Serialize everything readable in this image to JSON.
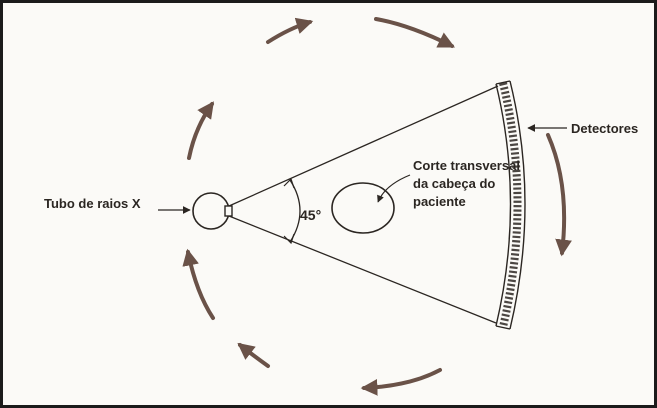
{
  "labels": {
    "tube": "Tubo de raios X",
    "detectors": "Detectores",
    "cross_section_line1": "Corte transversal",
    "cross_section_line2": "da cabeça do",
    "cross_section_line3": "paciente",
    "angle": "45°"
  },
  "colors": {
    "arrow": "#6a5248",
    "ink": "#2b2622",
    "frame": "#1b1b1b",
    "background": "#fbfaf7"
  },
  "icons": [
    "rotation-arrow-icon",
    "detector-array",
    "x-ray-tube",
    "patient-head-ellipse",
    "angle-arc"
  ]
}
